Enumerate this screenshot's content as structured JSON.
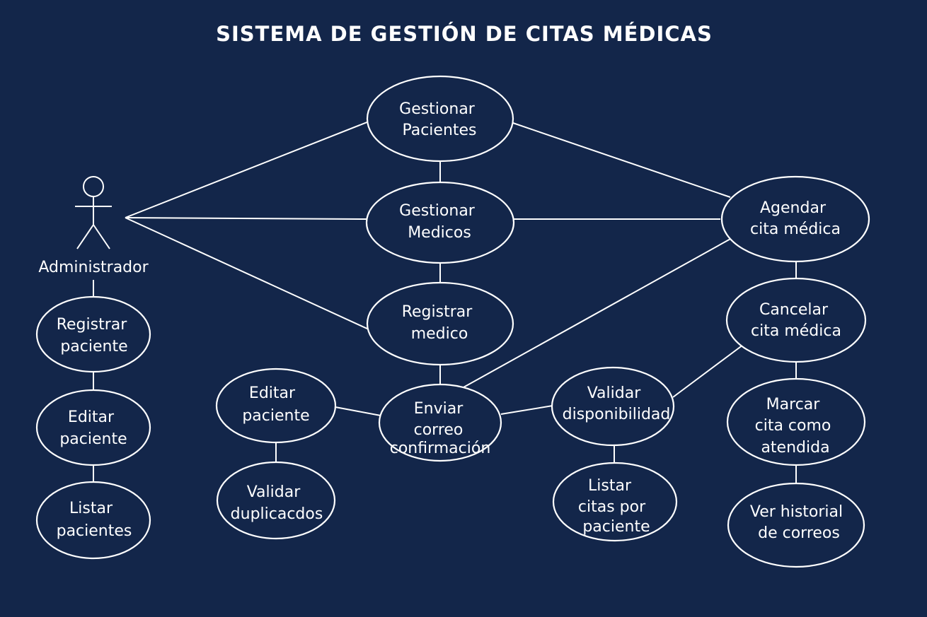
{
  "title": "SISTEMA DE GESTIÓN DE CITAS MÉDICAS",
  "colors": {
    "background": "#13264a",
    "stroke": "#ffffff",
    "text": "#ffffff"
  },
  "actor": {
    "name": "Administrador"
  },
  "use_cases": {
    "gestionar_pacientes": [
      "Gestionar",
      "Pacientes"
    ],
    "gestionar_medicos": [
      "Gestionar",
      "Medicos"
    ],
    "registrar_medico": [
      "Registrar",
      "medico"
    ],
    "agendar_cita": [
      "Agendar",
      "cita médica"
    ],
    "cancelar_cita": [
      "Cancelar",
      "cita médica"
    ],
    "marcar_cita": [
      "Marcar",
      "cita como",
      "atendida"
    ],
    "ver_historial": [
      "Ver historial",
      "de correos"
    ],
    "registrar_paciente": [
      "Registrar",
      "paciente"
    ],
    "editar_paciente_left": [
      "Editar",
      "paciente"
    ],
    "listar_pacientes": [
      "Listar",
      "pacientes"
    ],
    "editar_paciente_mid": [
      "Editar",
      "paciente"
    ],
    "validar_duplicados": [
      "Validar",
      "duplicacdos"
    ],
    "enviar_correo": [
      "Enviar",
      "correo",
      "confirmación"
    ],
    "validar_disponibilidad": [
      "Validar",
      "disponibilidad"
    ],
    "listar_citas": [
      "Listar",
      "citas por",
      "paciente"
    ]
  }
}
